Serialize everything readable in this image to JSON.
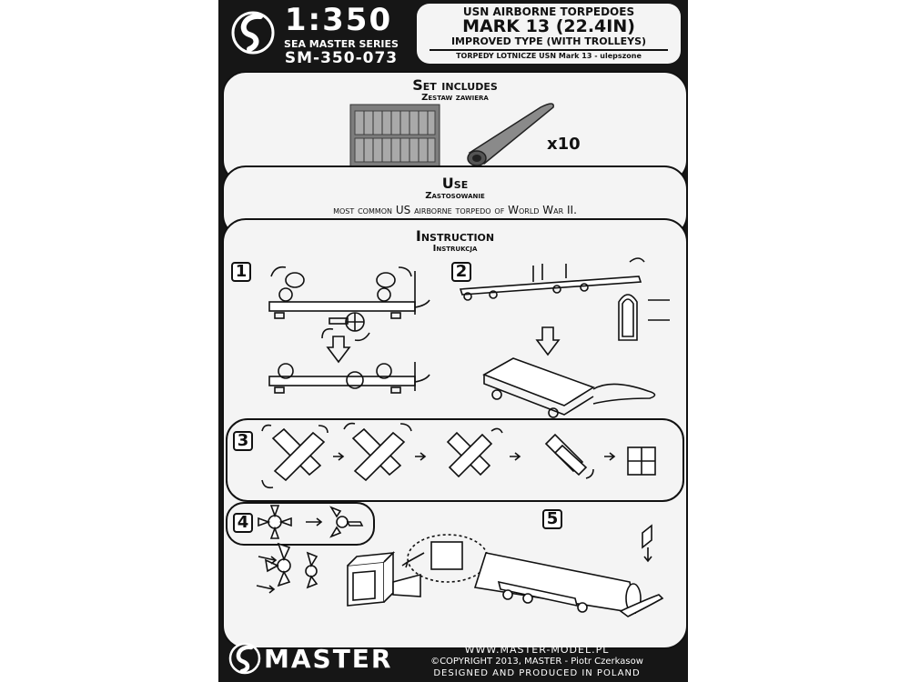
{
  "header": {
    "scale": "1:350",
    "series": "SEA MASTER SERIES",
    "code": "SM-350-073",
    "title_line1": "USN AIRBORNE TORPEDOES",
    "title_line2": "MARK 13 (22.4IN)",
    "title_line3": "IMPROVED TYPE (WITH TROLLEYS)",
    "subtitle_pl": "TORPEDY LOTNICZE USN Mark 13 - ulepszone"
  },
  "set_includes": {
    "title": "Set includes",
    "subtitle": "Zestaw zawiera",
    "quantity": "x10"
  },
  "use": {
    "title": "Use",
    "subtitle": "Zastosowanie",
    "text": "most common US airborne torpedo of World War II."
  },
  "instruction": {
    "title": "Instruction",
    "subtitle": "Instrukcja",
    "steps": [
      "1",
      "2",
      "3",
      "4",
      "5"
    ]
  },
  "footer": {
    "brand": "MASTER",
    "website": "WWW.MASTER-MODEL.PL",
    "copyright": "©COPYRIGHT 2013, MASTER - Piotr Czerkasow",
    "produced": "DESIGNED AND PRODUCED IN POLAND"
  },
  "colors": {
    "frame": "#161616",
    "panel": "#f4f4f4",
    "ink": "#111111",
    "etch": "#7d7d7d"
  },
  "icons": [
    "master-logo-icon",
    "rotate-arrow-icon",
    "down-arrow-icon",
    "right-arrow-icon"
  ]
}
